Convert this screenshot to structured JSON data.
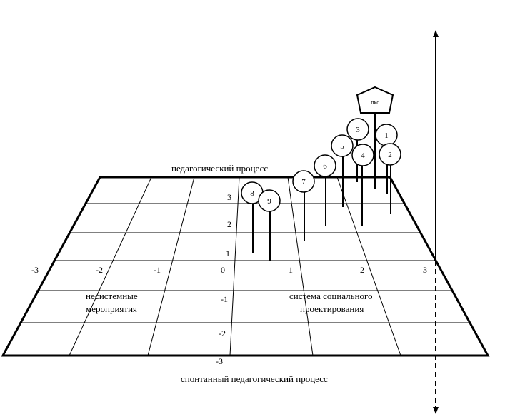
{
  "labels": {
    "top": "педагогический процесс",
    "bottom": "спонтанный педагогический процесс",
    "left_line1": "несистемные",
    "left_line2": "мероприятия",
    "right_line1": "система социального",
    "right_line2": "проектирования"
  },
  "x_ticks": [
    "-3",
    "-2",
    "-1",
    "0",
    "1",
    "2",
    "3"
  ],
  "y_ticks": [
    "3",
    "2",
    "1",
    "-1",
    "-2",
    "-3"
  ],
  "markers": [
    "1",
    "2",
    "3",
    "4",
    "5",
    "6",
    "7",
    "8",
    "9"
  ],
  "pentagon_label": "пкс"
}
